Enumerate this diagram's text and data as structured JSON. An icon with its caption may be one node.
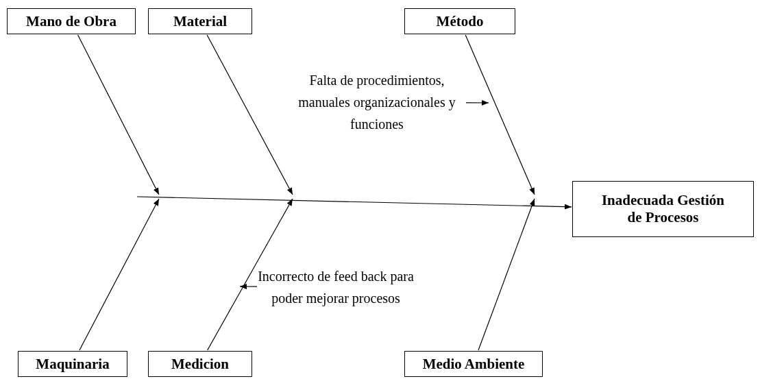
{
  "diagram": {
    "nodes": [
      {
        "text": [
          "Mano de Obra"
        ]
      },
      {
        "text": [
          "Material"
        ]
      },
      {
        "text": [
          "Método"
        ]
      },
      {
        "text": [
          "Inadecuada Gestión de Procesos"
        ]
      },
      {
        "text": [
          "Falta de procedimientos, manuales organizacionales y funciones"
        ]
      },
      {
        "text": [
          "Incorrecto de feed back para poder mejorar procesos"
        ]
      },
      {
        "text": [
          "Maquinaria"
        ]
      },
      {
        "text": [
          "Medicion"
        ]
      },
      {
        "text": [
          "Medio Ambiente"
        ]
      }
    ],
    "edges": [
      {
        "from": 0,
        "to": null,
        "arrow": "to"
      },
      {
        "from": 1,
        "to": null,
        "arrow": "to"
      },
      {
        "from": 2,
        "to": null,
        "arrow": "to"
      },
      {
        "from": 4,
        "to": null,
        "arrow": "to"
      },
      {
        "from": null,
        "to": 3,
        "arrow": "to"
      },
      {
        "from": 5,
        "to": null,
        "arrow": "to"
      },
      {
        "from": 6,
        "to": null,
        "arrow": "to"
      },
      {
        "from": 7,
        "to": null,
        "arrow": "to"
      },
      {
        "from": 8,
        "to": null,
        "arrow": "to"
      }
    ]
  }
}
